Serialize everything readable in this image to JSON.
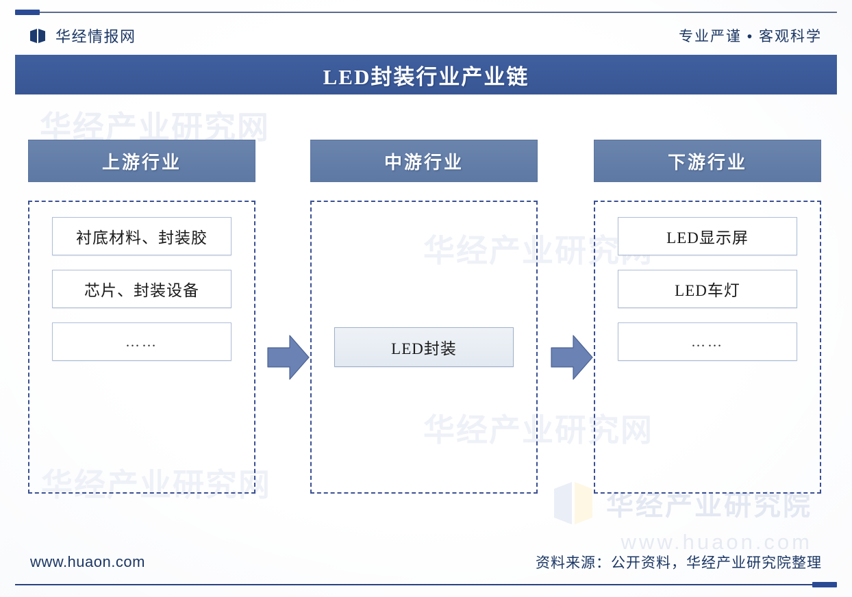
{
  "header": {
    "logo_icon": "huaon-book-logo-icon",
    "brand_name": "华经情报网",
    "slogan": "专业严谨 • 客观科学"
  },
  "title": {
    "text": "LED封装行业产业链"
  },
  "diagram": {
    "columns": [
      {
        "key": "upstream",
        "header": "上游行业",
        "items": [
          "衬底材料、封装胶",
          "芯片、封装设备",
          "……"
        ]
      },
      {
        "key": "midstream",
        "header": "中游行业",
        "items": [
          "LED封装"
        ]
      },
      {
        "key": "downstream",
        "header": "下游行业",
        "items": [
          "LED显示屏",
          "LED车灯",
          "……"
        ]
      }
    ],
    "arrows": [
      "arrow-right-icon",
      "arrow-right-icon"
    ]
  },
  "watermark": {
    "tiles": [
      "华经产业研究网",
      "华经产业研究网",
      "华经产业研究网",
      "华经产业研究网"
    ],
    "brand_name": "华经产业研究院",
    "brand_url": "www.huaon.com"
  },
  "footer": {
    "url": "www.huaon.com",
    "source": "资料来源：公开资料，华经产业研究院整理"
  },
  "colors": {
    "title_bar": "#3b5a9a",
    "column_header": "#607ca6",
    "arrow": "#6a82b4",
    "dashed_border": "#3a4f92",
    "item_border": "#aebdd6",
    "brand_text": "#1c3764",
    "mid_item_fill": "#e8eef5"
  }
}
